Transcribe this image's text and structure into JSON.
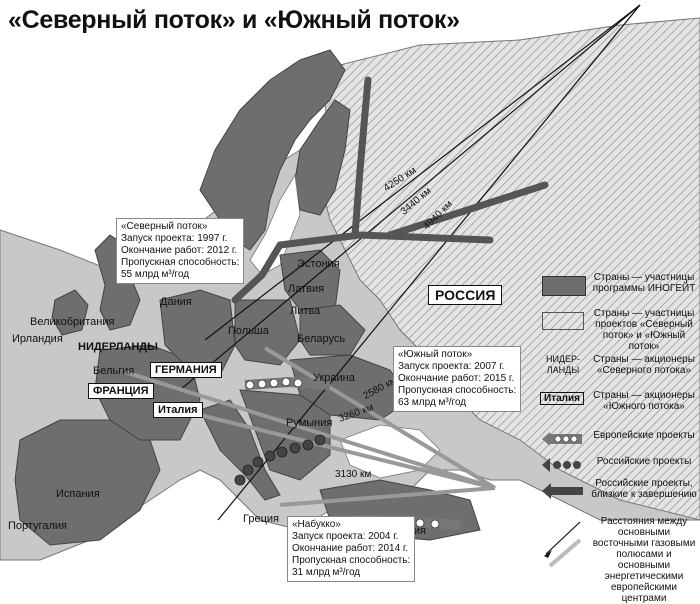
{
  "title": "«Северный поток» и «Южный поток»",
  "countries": {
    "estonia": "Эстония",
    "latvia": "Латвия",
    "lithuania": "Литва",
    "denmark": "Дания",
    "uk": "Великобритания",
    "ireland": "Ирландия",
    "netherlands": "НИДЕРЛАНДЫ",
    "belgium": "Бельгия",
    "germany": "ГЕРМАНИЯ",
    "poland": "Польша",
    "belarus": "Беларусь",
    "ukraine": "Украина",
    "france": "ФРАНЦИЯ",
    "italy": "Италия",
    "romania": "Румыния",
    "spain": "Испания",
    "portugal": "Португалия",
    "greece": "Греция",
    "turkey": "Турция",
    "russia": "РОССИЯ"
  },
  "distances": {
    "d1": "4250 км",
    "d2": "3440 км",
    "d3": "4940 км",
    "d4": "2580 км",
    "d5": "3260 км",
    "d6": "3130 км"
  },
  "projects": {
    "nord": {
      "name": "«Северный поток»",
      "start": "Запуск проекта: 1997 г.",
      "end": "Окончание работ: 2012 г.",
      "cap_label": "Пропускная способность:",
      "cap_value": "55 млрд м³/год"
    },
    "south": {
      "name": "«Южный поток»",
      "start": "Запуск проекта: 2007 г.",
      "end": "Окончание работ: 2015 г.",
      "cap_label": "Пропускная способность:",
      "cap_value": "63 млрд м³/год"
    },
    "nabucco": {
      "name": "«Набукко»",
      "start": "Запуск проекта: 2004 г.",
      "end": "Окончание работ: 2014 г.",
      "cap_label": "Пропускная способность:",
      "cap_value": "31 млрд м³/год"
    }
  },
  "legend": [
    {
      "symbol": "dark-fill",
      "text": "Страны — участницы программы ИНОГЕЙТ"
    },
    {
      "symbol": "hatch",
      "text": "Страны — участницы проектов «Северный поток» и «Южный поток»"
    },
    {
      "symbol": "label-nl",
      "symbol_text": "НИДЕР-ЛАНДЫ",
      "text": "Страны — акционеры «Северного потока»"
    },
    {
      "symbol": "label-it",
      "symbol_text": "Италия",
      "text": "Страны — акционеры «Южного потока»"
    },
    {
      "symbol": "eu-project",
      "text": "Европейские проекты"
    },
    {
      "symbol": "ru-project",
      "text": "Российские проекты"
    },
    {
      "symbol": "ru-near",
      "text": "Российские проекты, близкие к завершению"
    },
    {
      "symbol": "distance-arrow",
      "text": "Расстояния между основными восточными газовыми полюсами и основными энергетическими европейскими центрами"
    }
  ],
  "colors": {
    "dark": "#6e6e6e",
    "land": "#c8c8c8",
    "sea": "#ffffff",
    "hatch": "#9a9a9a"
  }
}
